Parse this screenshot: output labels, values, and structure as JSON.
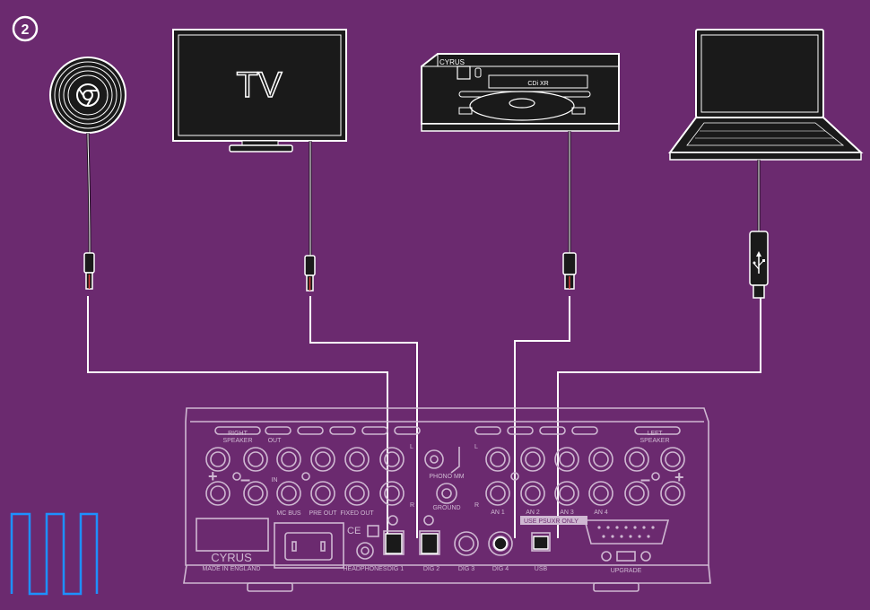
{
  "step": {
    "number": "2"
  },
  "devices": {
    "chromecast": {
      "name": "chromecast-audio",
      "icon": "chrome-icon"
    },
    "tv": {
      "screen_text": "TV"
    },
    "cd_player": {
      "brand": "CYRUS",
      "model": "CDi XR"
    },
    "laptop": {
      "name": "laptop"
    }
  },
  "amp": {
    "brand": "CYRUS",
    "made_in": "MADE IN ENGLAND",
    "labels": {
      "right_speaker_1": "RIGHT",
      "right_speaker_2": "SPEAKER",
      "left_speaker_1": "LEFT",
      "left_speaker_2": "SPEAKER",
      "out": "OUT",
      "in": "IN",
      "mc_bus": "MC BUS",
      "pre_out": "PRE OUT",
      "fixed_out": "FIXED OUT",
      "phono_mm": "PHONO MM",
      "ground": "GROUND",
      "an1": "AN 1",
      "an2": "AN 2",
      "an3": "AN 3",
      "an4": "AN 4",
      "dig1": "DIG 1",
      "dig2": "DIG 2",
      "dig3": "DIG 3",
      "dig4": "DIG 4",
      "usb": "USB",
      "use_psu": "USE PSUXR ONLY",
      "headphones": "HEADPHONES",
      "upgrade": "UPGRADE",
      "l": "L",
      "r": "R",
      "ce": "CE"
    }
  },
  "colors": {
    "background": "#6b2a6f",
    "wire": "#ffffff",
    "device": "#1a1a1a",
    "amp_line": "#cfb8d2",
    "logo": "#1e90ff"
  }
}
